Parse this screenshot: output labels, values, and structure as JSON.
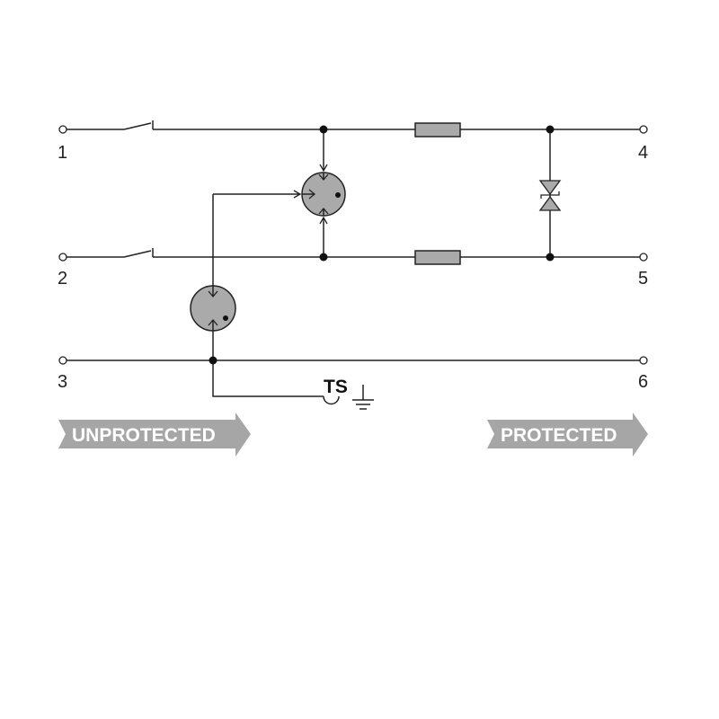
{
  "terminals": {
    "t1": "1",
    "t2": "2",
    "t3": "3",
    "t4": "4",
    "t5": "5",
    "t6": "6"
  },
  "ts_label": "TS",
  "arrows": {
    "unprotected": "UNPROTECTED",
    "protected": "PROTECTED"
  },
  "colors": {
    "line": "#222222",
    "component_fill": "#aaaaaa",
    "arrow_fill": "#a6a6a6"
  }
}
